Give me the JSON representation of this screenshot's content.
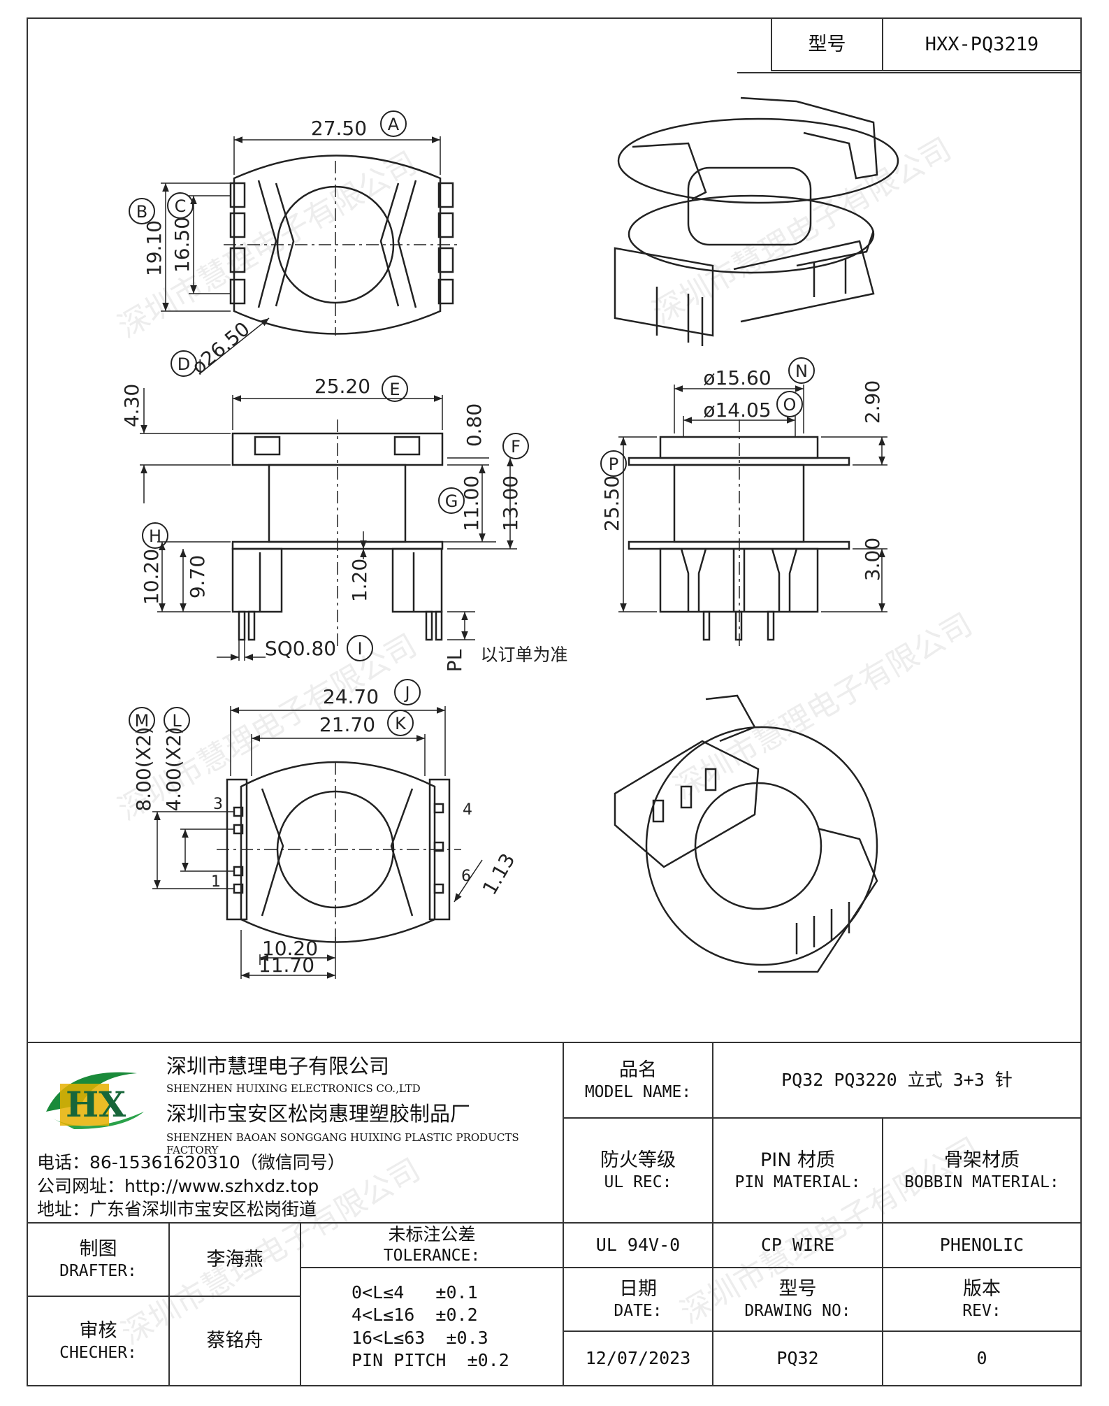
{
  "header": {
    "model_label": "型号",
    "model_value": "HXX-PQ3219"
  },
  "watermark": "深圳市慧理电子有限公司",
  "dimensions": {
    "A": "27.50",
    "B": "19.10",
    "C": "16.50",
    "D": "ø26.50",
    "E": "25.20",
    "F": "0.80",
    "G": "11.00",
    "G2": "13.00",
    "H": "10.20",
    "H2": "9.70",
    "H3": "1.20",
    "top_h": "4.30",
    "I": "SQ0.80",
    "PL": "PL",
    "PL_note": "以订单为准",
    "J": "24.70",
    "K": "21.70",
    "L": "4.00(X2)",
    "M": "8.00(X2)",
    "pin_d": "1.13",
    "bot1": "10.20",
    "bot2": "11.70",
    "N": "ø15.60",
    "O": "ø14.05",
    "P": "25.50",
    "side1": "2.90",
    "side2": "3.00"
  },
  "circle_letters": [
    "A",
    "B",
    "C",
    "D",
    "E",
    "F",
    "G",
    "H",
    "I",
    "J",
    "K",
    "L",
    "M",
    "N",
    "O",
    "P"
  ],
  "pins": [
    "1",
    "3",
    "4",
    "6"
  ],
  "company": {
    "logo_letters": "HX",
    "name_cn": "深圳市慧理电子有限公司",
    "name_en": "SHENZHEN HUIXING ELECTRONICS CO.,LTD",
    "factory_cn": "深圳市宝安区松岗惠理塑胶制品厂",
    "factory_en": "SHENZHEN BAOAN SONGGANG HUIXING PLASTIC PRODUCTS FACTORY",
    "phone": "电话：86-15361620310（微信同号）",
    "website": "公司网址：http://www.szhxdz.top",
    "address": "地址：广东省深圳市宝安区松岗街道"
  },
  "table": {
    "model_name_cn": "品名",
    "model_name_en": "MODEL NAME:",
    "model_name_value": "PQ32 PQ3220 立式 3+3 针",
    "fire_cn": "防火等级",
    "fire_en": "UL REC:",
    "fire_value": "UL 94V-0",
    "pin_cn": "PIN 材质",
    "pin_en": "PIN MATERIAL:",
    "pin_value": "CP WIRE",
    "bobbin_cn": "骨架材质",
    "bobbin_en": "BOBBIN MATERIAL:",
    "bobbin_value": "PHENOLIC",
    "drafter_cn": "制图",
    "drafter_en": "DRAFTER:",
    "drafter_value": "李海燕",
    "checker_cn": "审核",
    "checker_en": "CHECHER:",
    "checker_value": "蔡铭舟",
    "tol_cn": "未标注公差",
    "tol_en": "TOLERANCE:",
    "tol_lines": [
      "0<L≤4   ±0.1",
      "4<L≤16  ±0.2",
      "16<L≤63  ±0.3",
      "PIN PITCH  ±0.2"
    ],
    "date_cn": "日期",
    "date_en": "DATE:",
    "date_value": "12/07/2023",
    "drawing_cn": "型号",
    "drawing_en": "DRAWING NO:",
    "drawing_value": "PQ32",
    "rev_cn": "版本",
    "rev_en": "REV:",
    "rev_value": "0"
  }
}
